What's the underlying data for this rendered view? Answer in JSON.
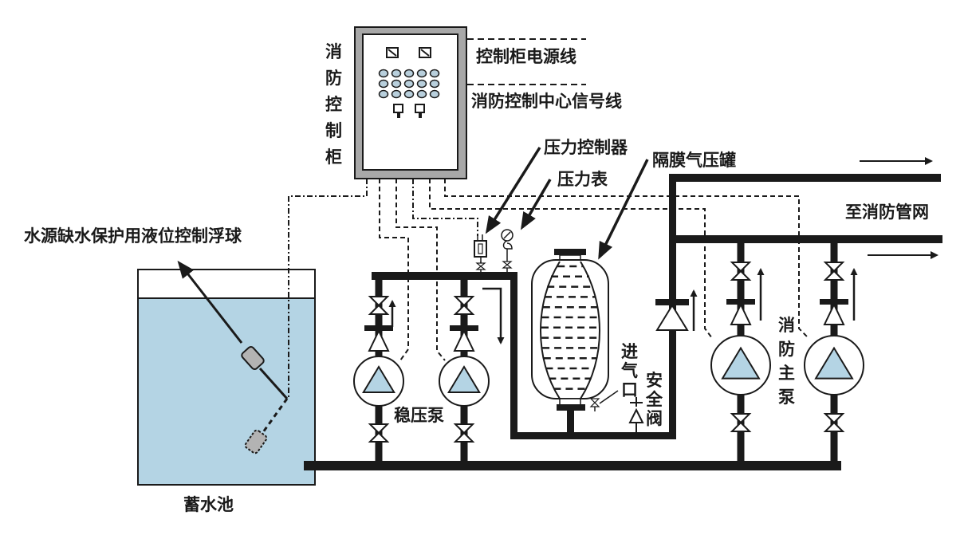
{
  "diagram": {
    "title": "消防稳压给水系统示意图",
    "colors": {
      "water": "#b4d4e4",
      "pump_fill": "#b4d4e4",
      "cabinet_frame": "#a8a8a8",
      "float": "#b3b3b3",
      "indicator": "#b8cfdc",
      "line": "#1a1a1a"
    },
    "labels": {
      "control_cabinet": [
        "消",
        "防",
        "控",
        "制",
        "柜"
      ],
      "cabinet_power_line": "控制柜电源线",
      "fire_control_signal_line": "消防控制中心信号线",
      "pressure_controller": "压力控制器",
      "pressure_gauge": "压力表",
      "diaphragm_tank": "隔膜气压罐",
      "to_fire_network": "至消防管网",
      "float_switch": "水源缺水保护用液位控制浮球",
      "reservoir": "蓄水池",
      "stabilizing_pump": "稳压泵",
      "air_inlet": [
        "进",
        "气",
        "口"
      ],
      "safety_valve": [
        "安",
        "全",
        "阀"
      ],
      "main_fire_pump": [
        "消",
        "防",
        "主",
        "泵"
      ]
    },
    "components": {
      "stabilizing_pumps": 2,
      "main_fire_pumps": 2,
      "indicator_lights": 15,
      "cabinet_switches": 2
    }
  }
}
